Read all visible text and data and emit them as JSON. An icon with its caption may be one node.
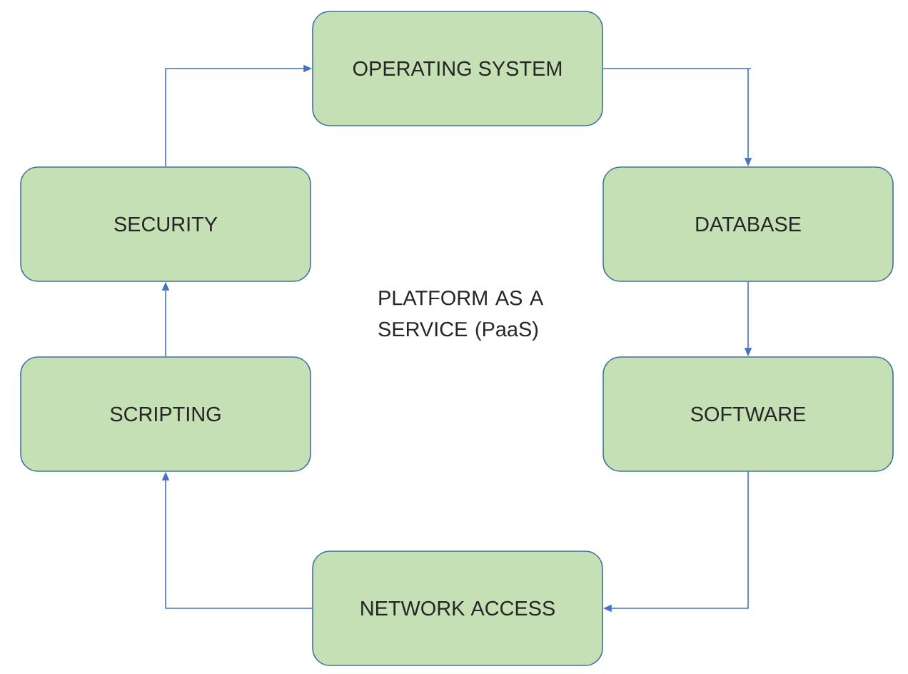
{
  "diagram": {
    "nodes": [
      {
        "text": [
          "OPERATING SYSTEM"
        ]
      },
      {
        "text": [
          "SECURITY"
        ]
      },
      {
        "text": [
          "DATABASE"
        ]
      },
      {
        "text": [
          "SCRIPTING"
        ]
      },
      {
        "text": [
          "SOFTWARE"
        ]
      },
      {
        "text": [
          "NETWORK ACCESS"
        ]
      }
    ],
    "edges": [
      {
        "from": 0,
        "to": 2,
        "arrow": "to"
      },
      {
        "from": 2,
        "to": 4,
        "arrow": "to"
      },
      {
        "from": 4,
        "to": 5,
        "arrow": "to"
      },
      {
        "from": 5,
        "to": 3,
        "arrow": "to"
      },
      {
        "from": 3,
        "to": 1,
        "arrow": "to"
      },
      {
        "from": 1,
        "to": 0,
        "arrow": "to"
      }
    ],
    "labels": [
      "PLATFORM AS A SERVICE (PaaS)"
    ]
  }
}
